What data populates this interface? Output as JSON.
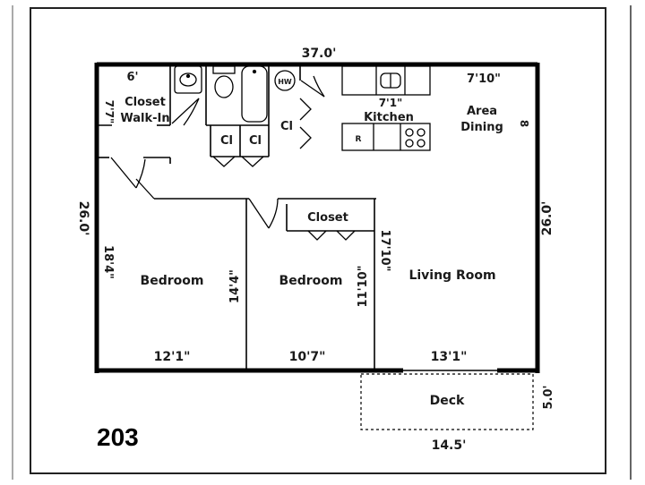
{
  "unit_number": "203",
  "overall": {
    "width": "37.0'",
    "depth_left": "26.0'",
    "depth_right": "26.0'"
  },
  "deck": {
    "label": "Deck",
    "width": "14.5'",
    "depth": "5.0'"
  },
  "rooms": {
    "closet_walkin": {
      "line1": "Closet",
      "line2": "Walk-In",
      "width": "6'",
      "depth": "7'7\""
    },
    "closets": {
      "cl1": "Cl",
      "cl2": "Cl",
      "cl3": "Cl",
      "bedroom2_closet": "Closet"
    },
    "kitchen": {
      "label": "Kitchen",
      "width": "7'1\"",
      "range": "R"
    },
    "dining": {
      "line1": "Area",
      "line2": "Dining",
      "width": "7'10\"",
      "mark": "8"
    },
    "bedroom1": {
      "label": "Bedroom",
      "width": "12'1\"",
      "depth": "18'4\""
    },
    "bedroom2": {
      "label": "Bedroom",
      "width": "10'7\"",
      "depth": "14'4\"",
      "depth2": "11'10\""
    },
    "living": {
      "label": "Living Room",
      "width": "13'1\"",
      "depth": "17'10\""
    },
    "water_heater": "HW"
  }
}
